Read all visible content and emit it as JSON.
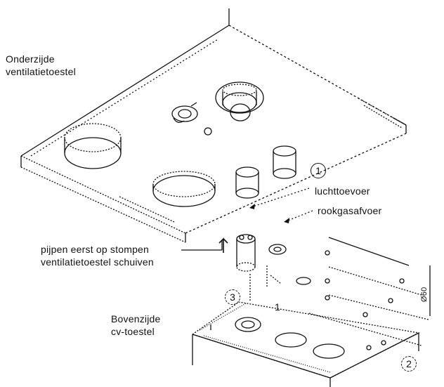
{
  "labels": {
    "onderzijde_line1": "Onderzijde",
    "onderzijde_line2": "ventilatietoestel",
    "luchttoevoer": "luchttoevoer",
    "rookgasafvoer": "rookgasafvoer",
    "pijpen_line1": "pijpen eerst op stompen",
    "pijpen_line2": "ventilatietoestel schuiven",
    "bovenzijde_line1": "Bovenzijde",
    "bovenzijde_line2": "cv-toestel"
  },
  "callouts": {
    "one": "1",
    "two": "2",
    "three": "3",
    "one_small": "1"
  },
  "side_text": "Ø60"
}
